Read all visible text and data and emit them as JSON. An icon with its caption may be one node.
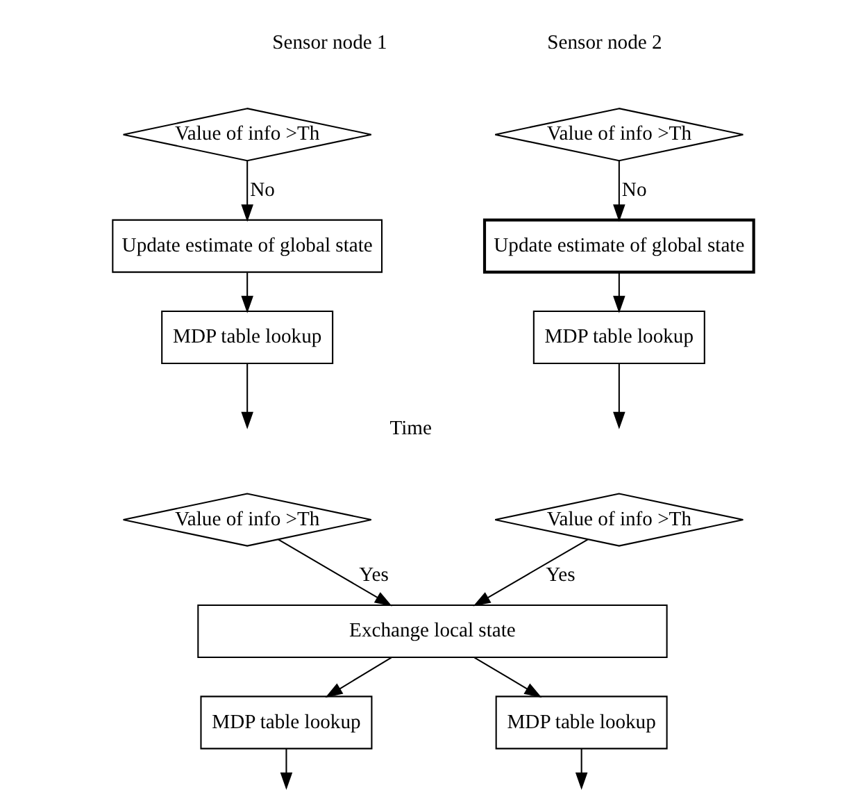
{
  "diagram": {
    "nodes": [
      {
        "text": [
          "Value of info >Th"
        ]
      },
      {
        "text": [
          "Update estimate of global state"
        ]
      },
      {
        "text": [
          "MDP table lookup"
        ]
      },
      {
        "text": [
          "Value of info >Th"
        ]
      },
      {
        "text": [
          "Update estimate of global state"
        ]
      },
      {
        "text": [
          "MDP table lookup"
        ]
      },
      {
        "text": [
          "Value of info >Th"
        ]
      },
      {
        "text": [
          "Value of info >Th"
        ]
      },
      {
        "text": [
          "Exchange local state"
        ]
      },
      {
        "text": [
          "MDP table lookup"
        ]
      },
      {
        "text": [
          "MDP table lookup"
        ]
      }
    ],
    "edges": [
      {
        "from": 0,
        "to": 1,
        "arrow": "to",
        "label": "No"
      },
      {
        "from": 1,
        "to": 2,
        "arrow": "to"
      },
      {
        "from": 2,
        "to": null,
        "arrow": "to"
      },
      {
        "from": 3,
        "to": 4,
        "arrow": "to",
        "label": "No"
      },
      {
        "from": 4,
        "to": 5,
        "arrow": "to"
      },
      {
        "from": 5,
        "to": null,
        "arrow": "to"
      },
      {
        "from": 6,
        "to": 8,
        "arrow": "to",
        "label": "Yes"
      },
      {
        "from": 7,
        "to": 8,
        "arrow": "to",
        "label": "Yes"
      },
      {
        "from": 8,
        "to": 9,
        "arrow": "to"
      },
      {
        "from": 8,
        "to": 10,
        "arrow": "to"
      },
      {
        "from": 9,
        "to": null,
        "arrow": "to"
      },
      {
        "from": 10,
        "to": null,
        "arrow": "to"
      }
    ],
    "labels": [
      "Sensor node 1",
      "Sensor node 2",
      "Time"
    ]
  }
}
